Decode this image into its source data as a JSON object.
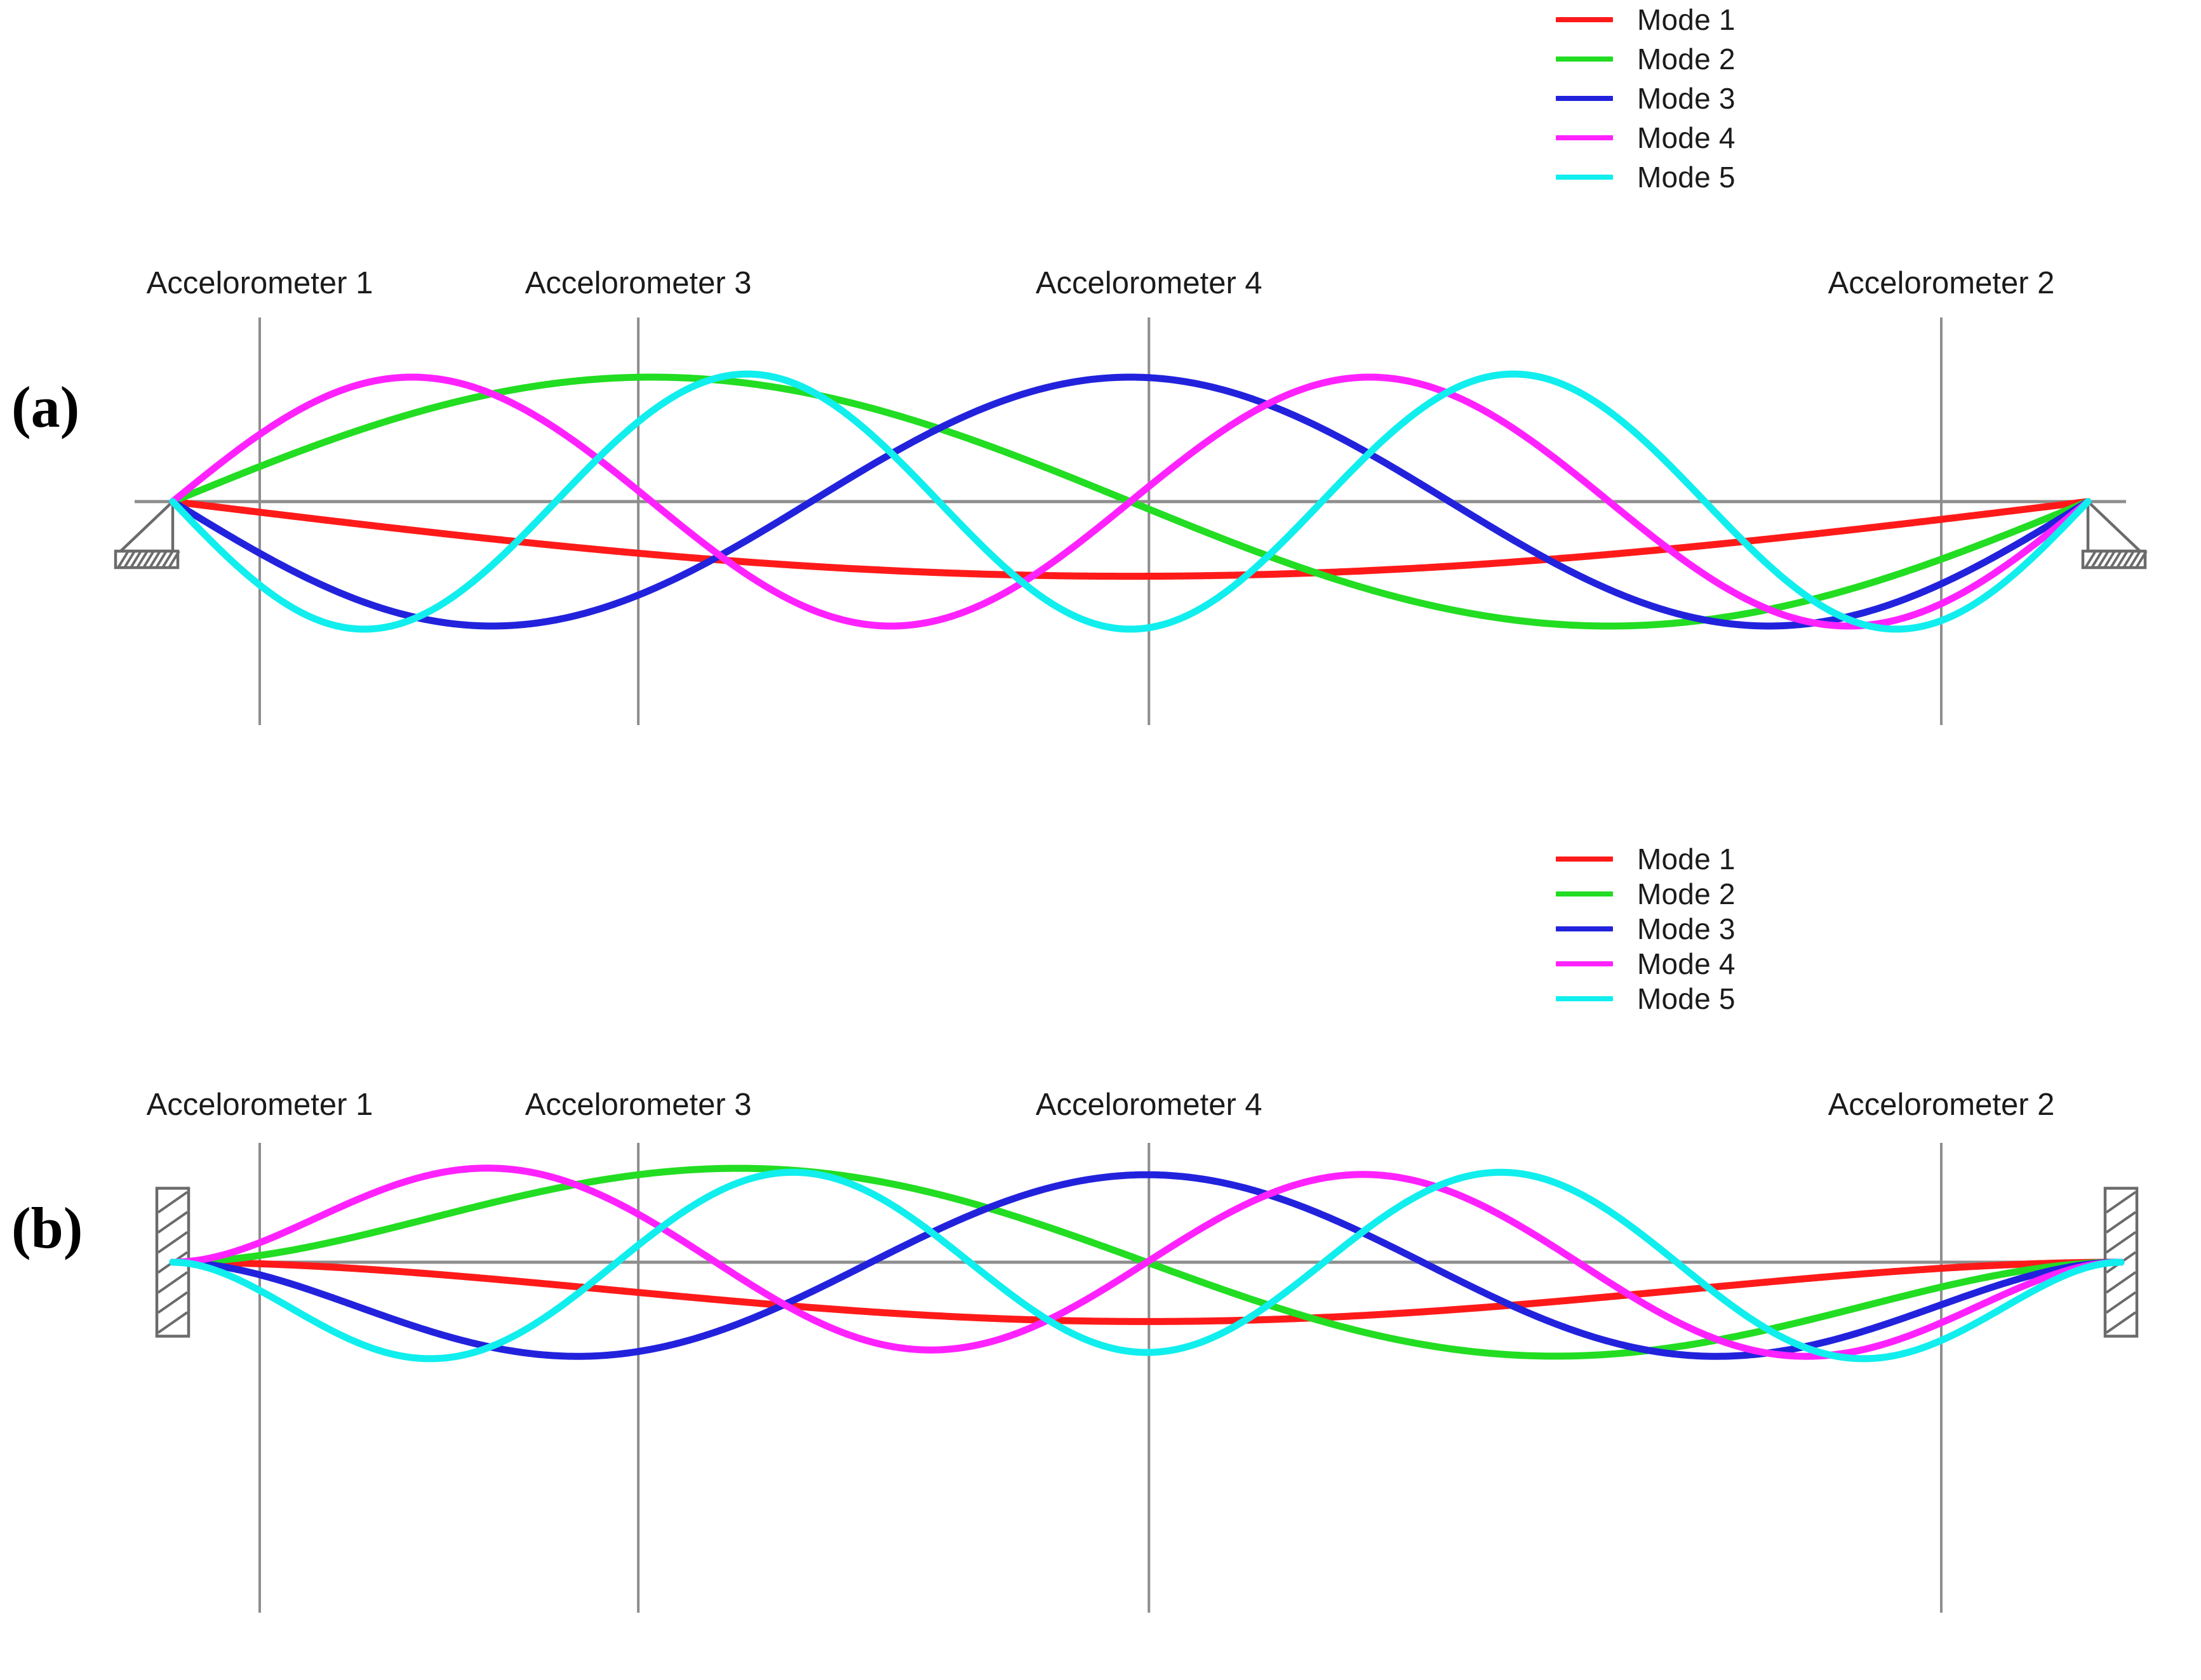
{
  "figure": {
    "panels": [
      {
        "letter": "(a)",
        "boundary_condition": "pinned-pinned",
        "support_icon": "pinned-triangle-support-icon"
      },
      {
        "letter": "(b)",
        "boundary_condition": "fixed-fixed",
        "support_icon": "fixed-wall-support-icon"
      }
    ]
  },
  "legend": {
    "entries": [
      {
        "label": "Mode 1",
        "color": "#FF1A1A"
      },
      {
        "label": "Mode 2",
        "color": "#22DD22"
      },
      {
        "label": "Mode 3",
        "color": "#2222DD"
      },
      {
        "label": "Mode 4",
        "color": "#FF22FF"
      },
      {
        "label": "Mode 5",
        "color": "#11EEEE"
      }
    ]
  },
  "accelerometers": [
    {
      "label": "Accelorometer 1",
      "x_frac": 0.118
    },
    {
      "label": "Accelorometer 3",
      "x_frac": 0.29
    },
    {
      "label": "Accelorometer 4",
      "x_frac": 0.522
    },
    {
      "label": "Accelorometer 2",
      "x_frac": 0.882
    }
  ],
  "chart_data": {
    "type": "line",
    "title": "",
    "xlabel": "",
    "ylabel": "",
    "xlim": [
      0,
      1
    ],
    "ylim": [
      -1,
      1
    ],
    "grid": "vertical gridlines at accelerometer positions only",
    "legend_position": "top-right",
    "panels": [
      {
        "name": "(a)",
        "boundary": "pinned-pinned",
        "shape_formula": "y = A * sin(n*pi*x/L)",
        "series": [
          {
            "name": "Mode 1",
            "color": "#FF1A1A",
            "n": 1,
            "amplitude": -0.48,
            "peaks_x": [
              0.5
            ],
            "peak_values": [
              -0.48
            ]
          },
          {
            "name": "Mode 2",
            "color": "#22DD22",
            "n": 2,
            "amplitude": 0.8,
            "peaks_x": [
              0.25,
              0.75
            ],
            "peak_values": [
              0.8,
              -0.8
            ]
          },
          {
            "name": "Mode 3",
            "color": "#2222DD",
            "n": 3,
            "amplitude": -0.8,
            "peaks_x": [
              0.167,
              0.5,
              0.833
            ],
            "peak_values": [
              -0.8,
              0.8,
              -0.8
            ]
          },
          {
            "name": "Mode 4",
            "color": "#FF22FF",
            "n": 4,
            "amplitude": 0.8,
            "peaks_x": [
              0.125,
              0.375,
              0.625,
              0.875
            ],
            "peak_values": [
              0.8,
              -0.8,
              0.8,
              -0.8
            ]
          },
          {
            "name": "Mode 5",
            "color": "#11EEEE",
            "n": 5,
            "amplitude": -0.82,
            "peaks_x": [
              0.1,
              0.3,
              0.5,
              0.7,
              0.9
            ],
            "peak_values": [
              -0.82,
              0.82,
              -0.82,
              0.82,
              -0.82
            ]
          }
        ]
      },
      {
        "name": "(b)",
        "boundary": "fixed-fixed",
        "shape_formula": "clamped-clamped beam eigenfunction",
        "series": [
          {
            "name": "Mode 1",
            "color": "#FF1A1A",
            "n": 1,
            "amplitude": -0.48
          },
          {
            "name": "Mode 2",
            "color": "#22DD22",
            "n": 2,
            "amplitude": 0.8
          },
          {
            "name": "Mode 3",
            "color": "#2222DD",
            "n": 3,
            "amplitude": -0.8
          },
          {
            "name": "Mode 4",
            "color": "#FF22FF",
            "n": 4,
            "amplitude": 0.8
          },
          {
            "name": "Mode 5",
            "color": "#11EEEE",
            "n": 5,
            "amplitude": -0.82
          }
        ]
      }
    ]
  }
}
